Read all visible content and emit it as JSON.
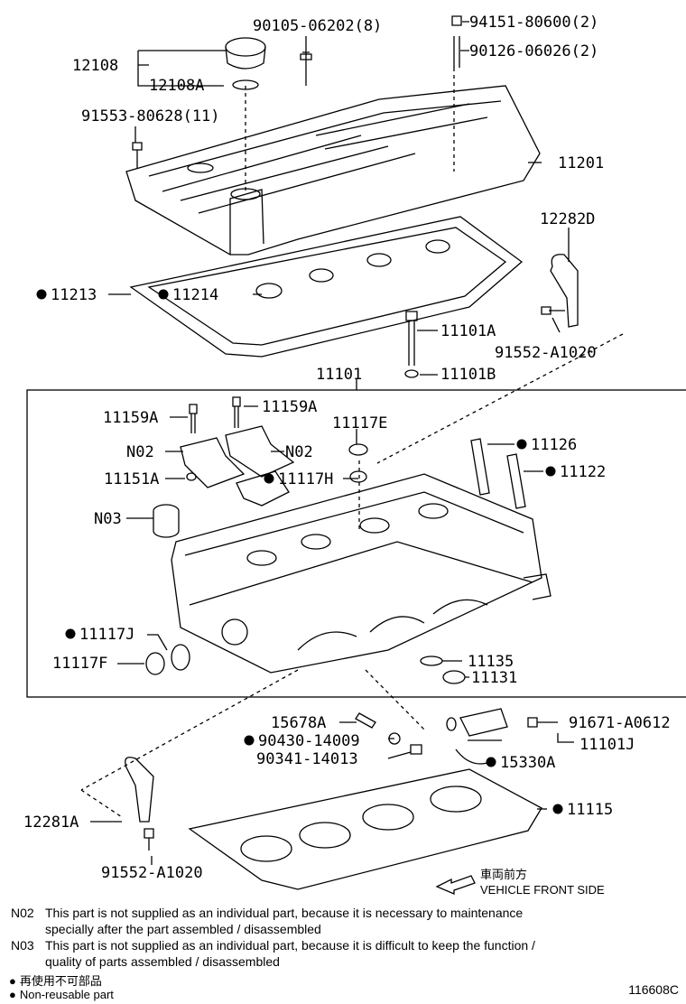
{
  "figure_id": "116608C",
  "direction": {
    "label_ja": "車両前方",
    "label_en": "VEHICLE FRONT SIDE"
  },
  "labels": [
    {
      "id": "p90105",
      "text": "90105-06202(8)"
    },
    {
      "id": "p94151",
      "text": "94151-80600(2)"
    },
    {
      "id": "p90126",
      "text": "90126-06026(2)"
    },
    {
      "id": "p12108",
      "text": "12108"
    },
    {
      "id": "p12108A",
      "text": "12108A"
    },
    {
      "id": "p91553",
      "text": "91553-80628(11)"
    },
    {
      "id": "p11201",
      "text": "11201"
    },
    {
      "id": "p12282D",
      "text": "12282D"
    },
    {
      "id": "p11213",
      "text": "11213",
      "nonreusable": true
    },
    {
      "id": "p11214",
      "text": "11214",
      "nonreusable": true
    },
    {
      "id": "p11101A",
      "text": "11101A"
    },
    {
      "id": "p91552a",
      "text": "91552-A1020"
    },
    {
      "id": "p11101B",
      "text": "11101B"
    },
    {
      "id": "p11101",
      "text": "11101"
    },
    {
      "id": "p11159A1",
      "text": "11159A"
    },
    {
      "id": "p11159A2",
      "text": "11159A"
    },
    {
      "id": "p11117E",
      "text": "11117E"
    },
    {
      "id": "pN02a",
      "text": "N02"
    },
    {
      "id": "pN02b",
      "text": "N02"
    },
    {
      "id": "p11126",
      "text": "11126",
      "nonreusable": true
    },
    {
      "id": "p11151A",
      "text": "11151A"
    },
    {
      "id": "p11117H",
      "text": "11117H",
      "nonreusable": true
    },
    {
      "id": "p11122",
      "text": "11122",
      "nonreusable": true
    },
    {
      "id": "pN03",
      "text": "N03"
    },
    {
      "id": "p11117J",
      "text": "11117J",
      "nonreusable": true
    },
    {
      "id": "p11117F",
      "text": "11117F"
    },
    {
      "id": "p11135",
      "text": "11135"
    },
    {
      "id": "p11131",
      "text": "11131"
    },
    {
      "id": "p15678A",
      "text": "15678A"
    },
    {
      "id": "p90430",
      "text": "90430-14009",
      "nonreusable": true
    },
    {
      "id": "p91671",
      "text": "91671-A0612"
    },
    {
      "id": "p90341",
      "text": "90341-14013"
    },
    {
      "id": "p11101J",
      "text": "11101J"
    },
    {
      "id": "p15330A",
      "text": "15330A",
      "nonreusable": true
    },
    {
      "id": "p11115",
      "text": "11115",
      "nonreusable": true
    },
    {
      "id": "p12281A",
      "text": "12281A"
    },
    {
      "id": "p91552b",
      "text": "91552-A1020"
    }
  ],
  "notes": [
    {
      "code": "N02",
      "line1": "This part is not supplied as an individual part, because it is necessary to maintenance",
      "line2": "specially after the part assembled / disassembled"
    },
    {
      "code": "N03",
      "line1": "This part is not supplied as an individual part, because it is difficult to keep the function /",
      "line2": "quality of parts  assembled / disassembled"
    }
  ],
  "legend": {
    "ja": "再使用不可部品",
    "en": "Non-reusable part"
  }
}
